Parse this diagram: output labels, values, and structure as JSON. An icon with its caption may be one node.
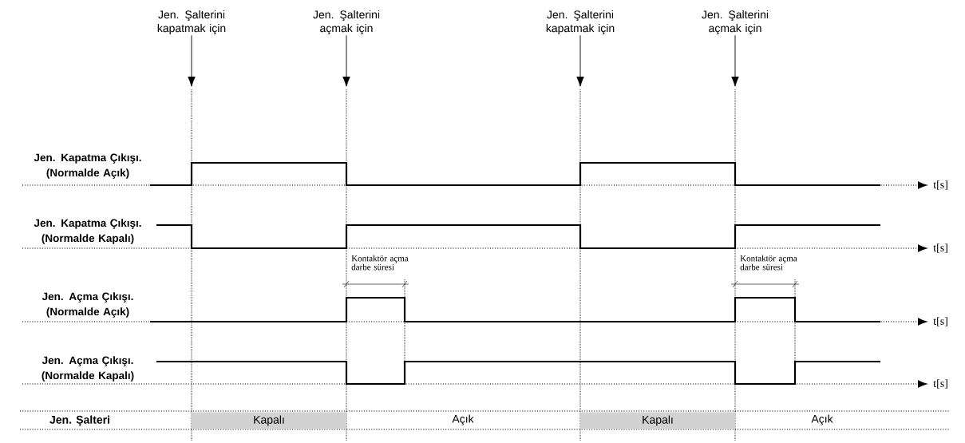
{
  "diagram": {
    "nodes": [
      {
        "text": [
          "Jen. Şalterini kapatmak için"
        ]
      },
      {
        "text": [
          "Jen. Şalterini açmak için"
        ]
      },
      {
        "text": [
          "Jen. Şalterini kapatmak için"
        ]
      },
      {
        "text": [
          "Jen. Şalterini açmak için"
        ]
      },
      {
        "text": [
          "Kapalı"
        ]
      },
      {
        "text": [
          "Kapalı"
        ]
      }
    ],
    "edges": [
      {
        "from": 0,
        "to": null,
        "arrow": "to"
      },
      {
        "from": 1,
        "to": null,
        "arrow": "to"
      },
      {
        "from": 2,
        "to": null,
        "arrow": "to"
      },
      {
        "from": 3,
        "to": null,
        "arrow": "to"
      }
    ],
    "labels": [
      "Jen. Kapatma Çıkışı. (Normalde Açık)",
      "t[s]",
      "Jen. Kapatma Çıkışı. (Normalde Kapalı)",
      "t[s]",
      "Kontaktör açma darbe süresi",
      "Kontaktör açma darbe süresi",
      "Jen. Açma Çıkışı. (Normalde Açık)",
      "t[s]",
      "Jen. Açma Çıkışı. (Normalde Kapalı)",
      "t[s]",
      "Jen. Şalteri",
      "Açık",
      "Açık"
    ]
  }
}
